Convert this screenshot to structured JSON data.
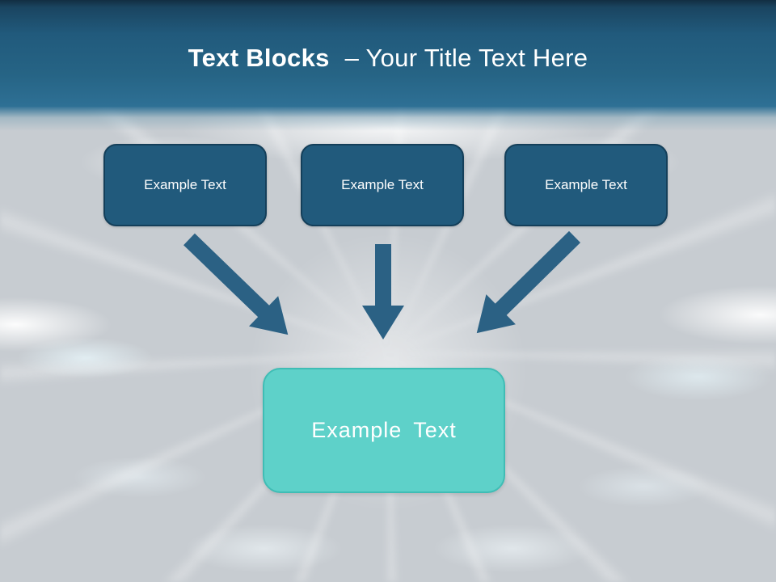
{
  "title": {
    "bold": "Text Blocks",
    "rest": "– Your Title Text Here"
  },
  "diagram": {
    "top_boxes": [
      {
        "label": "Example Text"
      },
      {
        "label": "Example Text"
      },
      {
        "label": "Example Text"
      }
    ],
    "center_box": {
      "label": "Example Text"
    },
    "arrows": [
      {
        "name": "arrow-left",
        "direction": "down-right"
      },
      {
        "name": "arrow-middle",
        "direction": "down"
      },
      {
        "name": "arrow-right",
        "direction": "down-left"
      }
    ]
  },
  "colors": {
    "header_top": "#122e42",
    "header_main": "#215a7c",
    "body_background": "#c7ccd1",
    "top_box_fill": "#215a7c",
    "top_box_border": "#143f5a",
    "center_box_fill": "#5ed1c9",
    "center_box_border": "#3fbdb5",
    "arrow": "#2b6184",
    "title_text": "#ffffff"
  }
}
